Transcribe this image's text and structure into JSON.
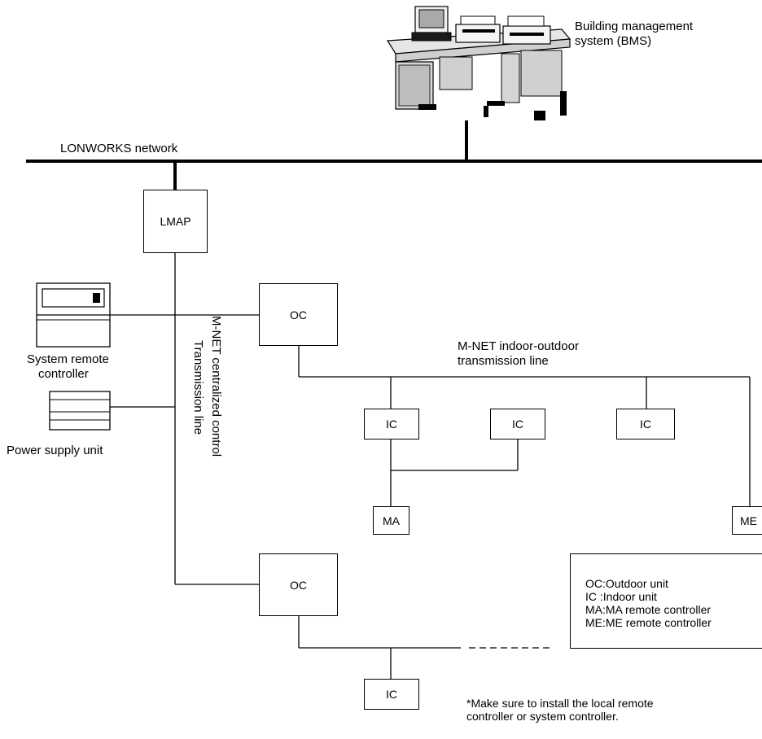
{
  "bms": {
    "label_line1": "Building management",
    "label_line2": "system (BMS)"
  },
  "network": {
    "label": "LONWORKS network"
  },
  "lmap": {
    "label": "LMAP"
  },
  "system_remote": {
    "label_line1": "System remote",
    "label_line2": "controller"
  },
  "power_supply": {
    "label": "Power supply unit"
  },
  "centralized_line": {
    "label_line1": "M-NET centralized control",
    "label_line2": "Transmission line"
  },
  "indoor_outdoor_line": {
    "label_line1": "M-NET indoor-outdoor",
    "label_line2": "transmission line"
  },
  "units": {
    "oc_top": "OC",
    "oc_bottom": "OC",
    "ic_1": "IC",
    "ic_2": "IC",
    "ic_3": "IC",
    "ic_bottom": "IC",
    "ma": "MA",
    "me": "ME"
  },
  "legend": {
    "oc": "OC:Outdoor unit",
    "ic": "IC :Indoor unit",
    "ma": "MA:MA remote controller",
    "me": "ME:ME remote controller"
  },
  "note": {
    "line1": "*Make sure to install the local remote",
    "line2": "controller or system controller."
  }
}
